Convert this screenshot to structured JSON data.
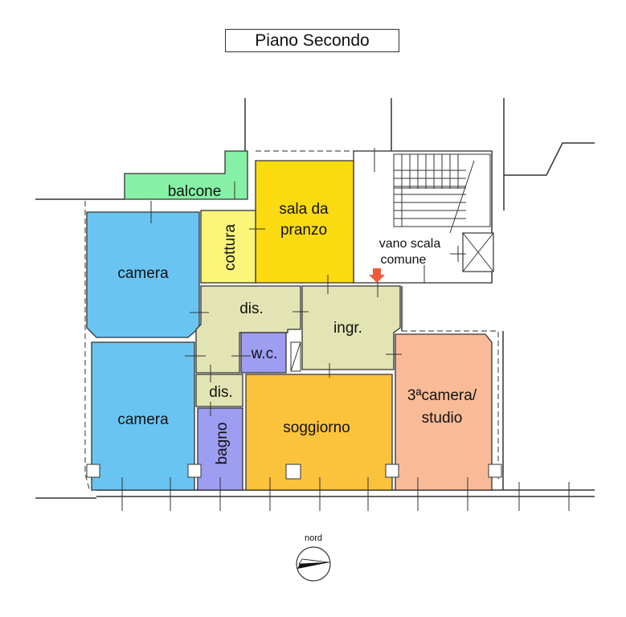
{
  "title": "Piano Secondo",
  "rooms": {
    "balcone": "balcone",
    "sala": [
      "sala da",
      "pranzo"
    ],
    "cottura": "cottura",
    "camera_top": "camera",
    "camera_bottom": "camera",
    "dis_top": "dis.",
    "dis_bottom": "dis.",
    "wc": "w.c.",
    "ingr": "ingr.",
    "vano_scala": [
      "vano scala",
      "comune"
    ],
    "bagno": "bagno",
    "soggiorno": "soggiorno",
    "terza_camera": [
      "3ªcamera/",
      "studio"
    ]
  },
  "compass": {
    "label": "nord",
    "icon": "north-arrow-icon"
  },
  "colors": {
    "balcone": "#86f0a6",
    "sala": "#fadb0f",
    "cottura": "#fbf67a",
    "camera": "#69c4f2",
    "dis": "#e3e4b3",
    "wc": "#9d9df2",
    "bagno": "#9d9df2",
    "soggiorno": "#fbc33c",
    "terza_camera": "#f9bb97",
    "entry_arrow": "#f05a3c"
  }
}
